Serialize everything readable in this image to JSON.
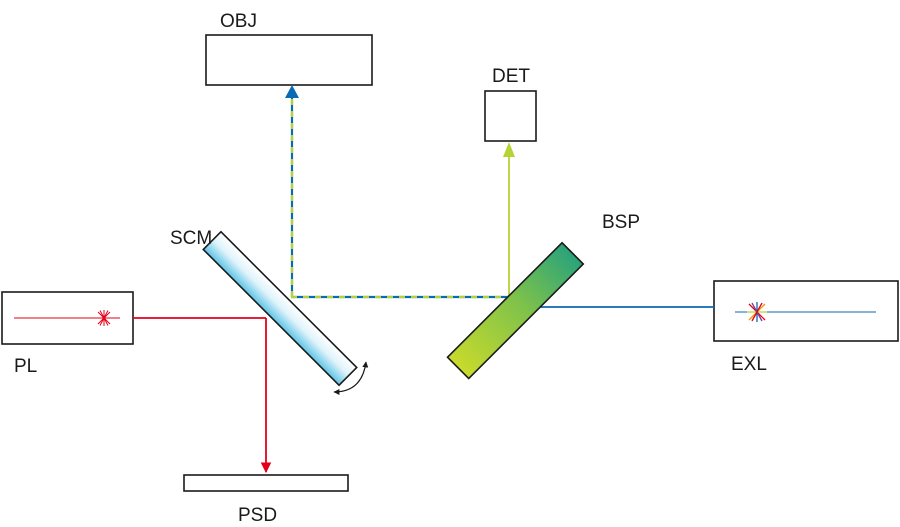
{
  "labels": {
    "obj": "OBJ",
    "det": "DET",
    "scm": "SCM",
    "bsp": "BSP",
    "pl": "PL",
    "exl": "EXL",
    "psd": "PSD"
  },
  "colors": {
    "laser_red": "#e3001b",
    "beam_blue": "#0a6ab4",
    "beam_green": "#b5d334",
    "outline": "#1a1a1a"
  },
  "icons": {
    "rotation": "curved-double-arrow-icon",
    "laser_source": "starburst-icon"
  }
}
